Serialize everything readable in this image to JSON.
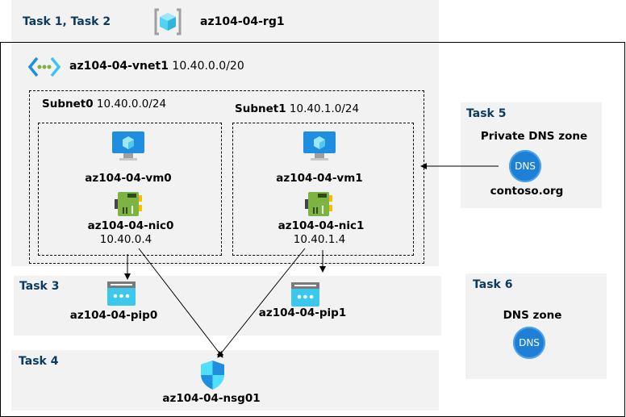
{
  "resource_group": {
    "task": "Task 1, Task 2",
    "name": "az104-04-rg1",
    "icon": "resource-group-icon"
  },
  "vnet": {
    "name": "az104-04-vnet1",
    "cidr": "10.40.0.0/20",
    "icon": "virtual-network-icon"
  },
  "subnets": [
    {
      "name": "Subnet0",
      "cidr": "10.40.0.0/24",
      "vm": "az104-04-vm0",
      "nic": "az104-04-nic0",
      "ip": "10.40.0.4"
    },
    {
      "name": "Subnet1",
      "cidr": "10.40.1.0/24",
      "vm": "az104-04-vm1",
      "nic": "az104-04-nic1",
      "ip": "10.40.1.4"
    }
  ],
  "task3": {
    "task": "Task 3",
    "pips": [
      "az104-04-pip0",
      "az104-04-pip1"
    ]
  },
  "task4": {
    "task": "Task 4",
    "nsg": "az104-04-nsg01"
  },
  "task5": {
    "task": "Task 5",
    "title": "Private DNS zone",
    "icon_text": "DNS",
    "zone": "contoso.org"
  },
  "task6": {
    "task": "Task 6",
    "title": "DNS zone",
    "icon_text": "DNS"
  },
  "colors": {
    "task_label": "#0b3a5e",
    "band": "#f2f2f2",
    "dns": "#1e7fd6"
  }
}
